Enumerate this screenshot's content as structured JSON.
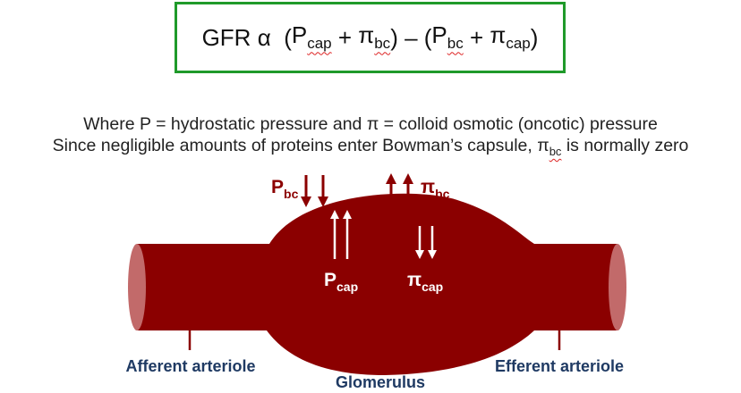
{
  "formula": {
    "gfr": "GFR",
    "alpha": "α",
    "p": "P",
    "pi": "π",
    "cap": "cap",
    "bc": "bc",
    "open1": "(",
    "plus": " + ",
    "close_minus_open": ") – (",
    "close2": ")"
  },
  "description": {
    "line1": "Where P = hydrostatic pressure and π = colloid osmotic (oncotic) pressure",
    "line2_prefix": "Since negligible amounts of proteins enter Bowman’s capsule, π",
    "line2_sub": "bc",
    "line2_suffix": " is normally zero"
  },
  "diagram": {
    "p_symbol": "P",
    "pi_symbol": "π",
    "bc_sub": "bc",
    "cap_sub": "cap",
    "afferent": "Afferent arteriole",
    "glomerulus": "Glomerulus",
    "efferent": "Efferent arteriole"
  },
  "colors": {
    "vessel": "#8b0000",
    "vessel_end": "#c26a6a",
    "label": "#1f3a63",
    "border": "#1f9a2a"
  }
}
